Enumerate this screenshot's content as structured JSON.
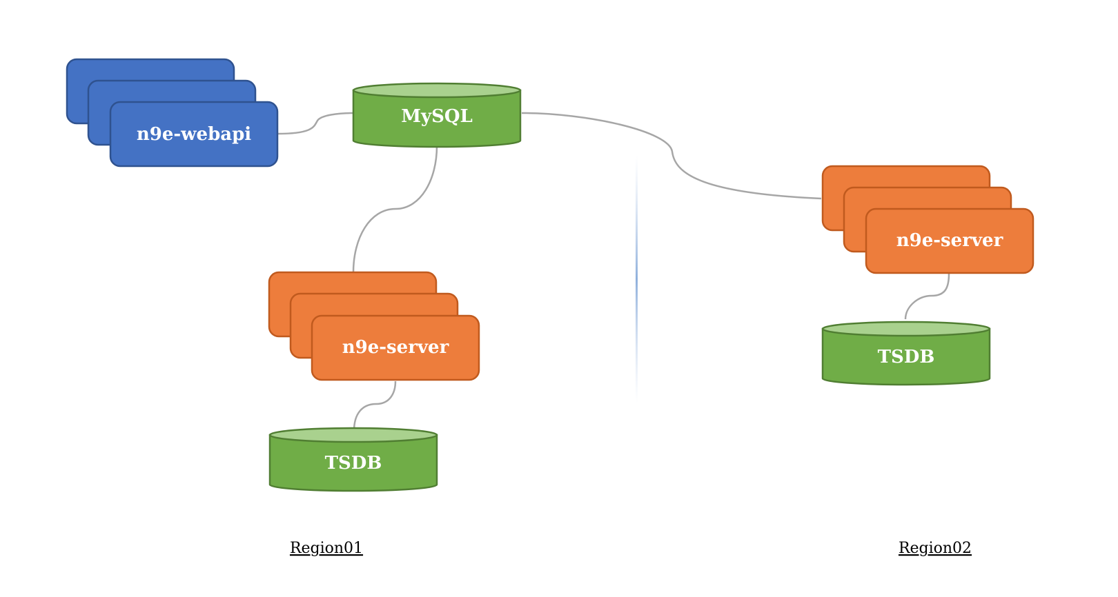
{
  "nodes": {
    "webapi": {
      "label": "n9e-webapi"
    },
    "mysql": {
      "label": "MySQL"
    },
    "server1": {
      "label": "n9e-server"
    },
    "tsdb1": {
      "label": "TSDB"
    },
    "server2": {
      "label": "n9e-server"
    },
    "tsdb2": {
      "label": "TSDB"
    }
  },
  "regions": {
    "region1": "Region01",
    "region2": "Region02"
  },
  "colors": {
    "blue": "#4472C4",
    "blue_border": "#2F528F",
    "orange": "#ED7D3C",
    "orange_border": "#C05A1E",
    "green": "#70AD47",
    "green_top": "#A9D18E",
    "green_border": "#507E32",
    "connector": "#A6A6A6"
  }
}
